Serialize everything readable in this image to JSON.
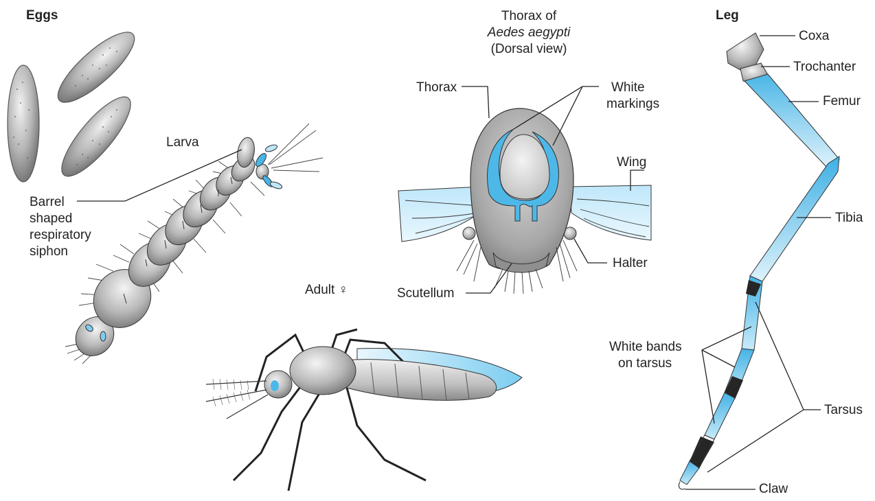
{
  "sections": {
    "eggs": "Eggs",
    "leg": "Leg",
    "larva": "Larva",
    "adult": "Adult ♀"
  },
  "thorax_title": {
    "line1": "Thorax of",
    "line2": "Aedes aegypti",
    "line3": "(Dorsal view)"
  },
  "labels": {
    "siphon_1": "Barrel",
    "siphon_2": "shaped",
    "siphon_3": "respiratory",
    "siphon_4": "siphon",
    "thorax": "Thorax",
    "white_markings_1": "White",
    "white_markings_2": "markings",
    "wing": "Wing",
    "halter": "Halter",
    "scutellum": "Scutellum",
    "coxa": "Coxa",
    "trochanter": "Trochanter",
    "femur": "Femur",
    "tibia": "Tibia",
    "white_bands_1": "White bands",
    "white_bands_2": "on tarsus",
    "tarsus": "Tarsus",
    "claw": "Claw"
  },
  "colors": {
    "body_gray": "#a9a9a9",
    "light_gray": "#e6e6e6",
    "dark_gray": "#6e6e6e",
    "accent_blue": "#4db8e8",
    "pale_blue": "#d8f0fb",
    "black_band": "#262626",
    "line": "#222222"
  }
}
